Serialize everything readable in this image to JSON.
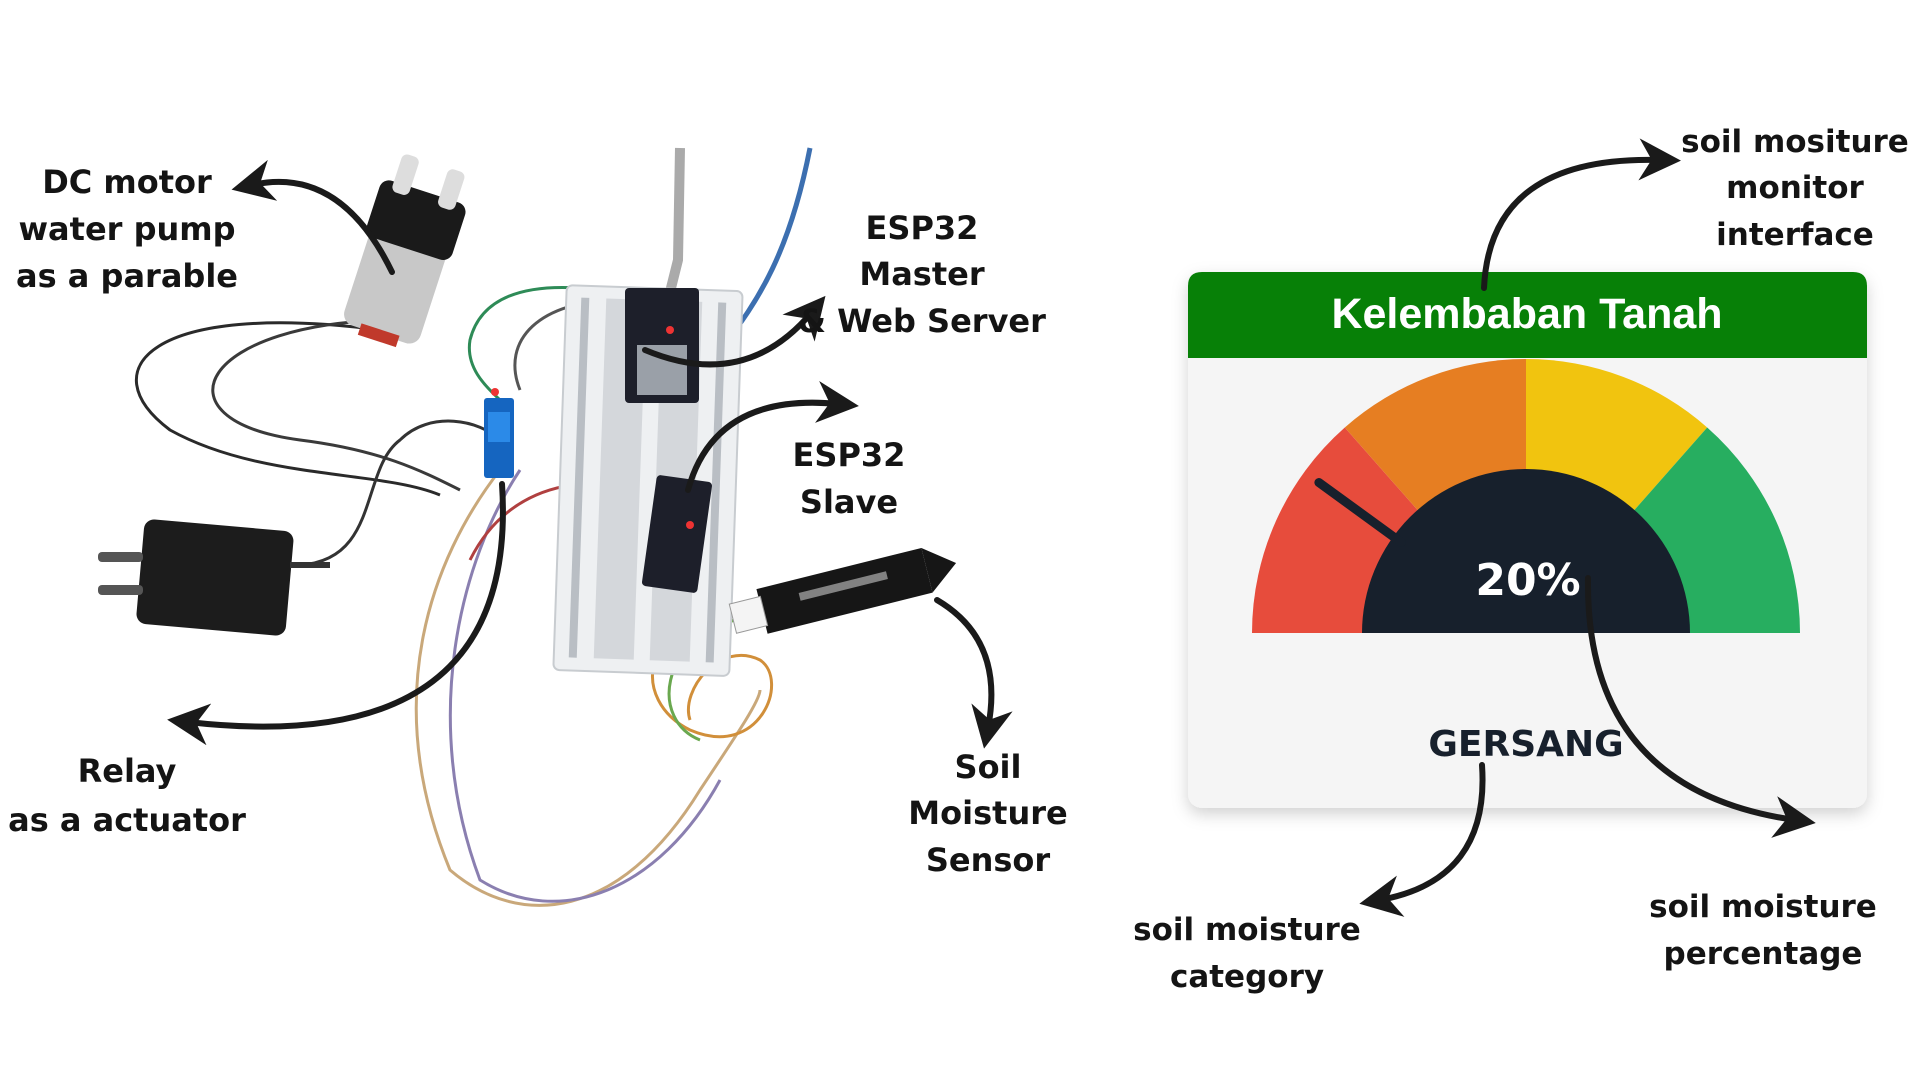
{
  "labels": {
    "pump": [
      "DC motor",
      "water pump",
      "as a parable"
    ],
    "master": [
      "ESP32",
      "Master",
      "& Web Server"
    ],
    "slave": [
      "ESP32",
      "Slave"
    ],
    "relay": [
      "Relay",
      "as a actuator"
    ],
    "sensor": [
      "Soil",
      "Moisture",
      "Sensor"
    ],
    "interface": [
      "soil mositure",
      "monitor",
      "interface"
    ],
    "category": [
      "soil moisture",
      "category"
    ],
    "percentage": [
      "soil moisture",
      "percentage"
    ]
  },
  "dashboard": {
    "title": "Kelembaban Tanah",
    "value_text": "20%",
    "value": 20,
    "category": "GERSANG",
    "segments": [
      {
        "from": 0,
        "to": 27,
        "color": "#e74c3c"
      },
      {
        "from": 27,
        "to": 50,
        "color": "#e67e22"
      },
      {
        "from": 50,
        "to": 73,
        "color": "#f1c40f"
      },
      {
        "from": 73,
        "to": 100,
        "color": "#27ae60"
      }
    ],
    "header_color": "#078007",
    "hub_color": "#17202c"
  }
}
